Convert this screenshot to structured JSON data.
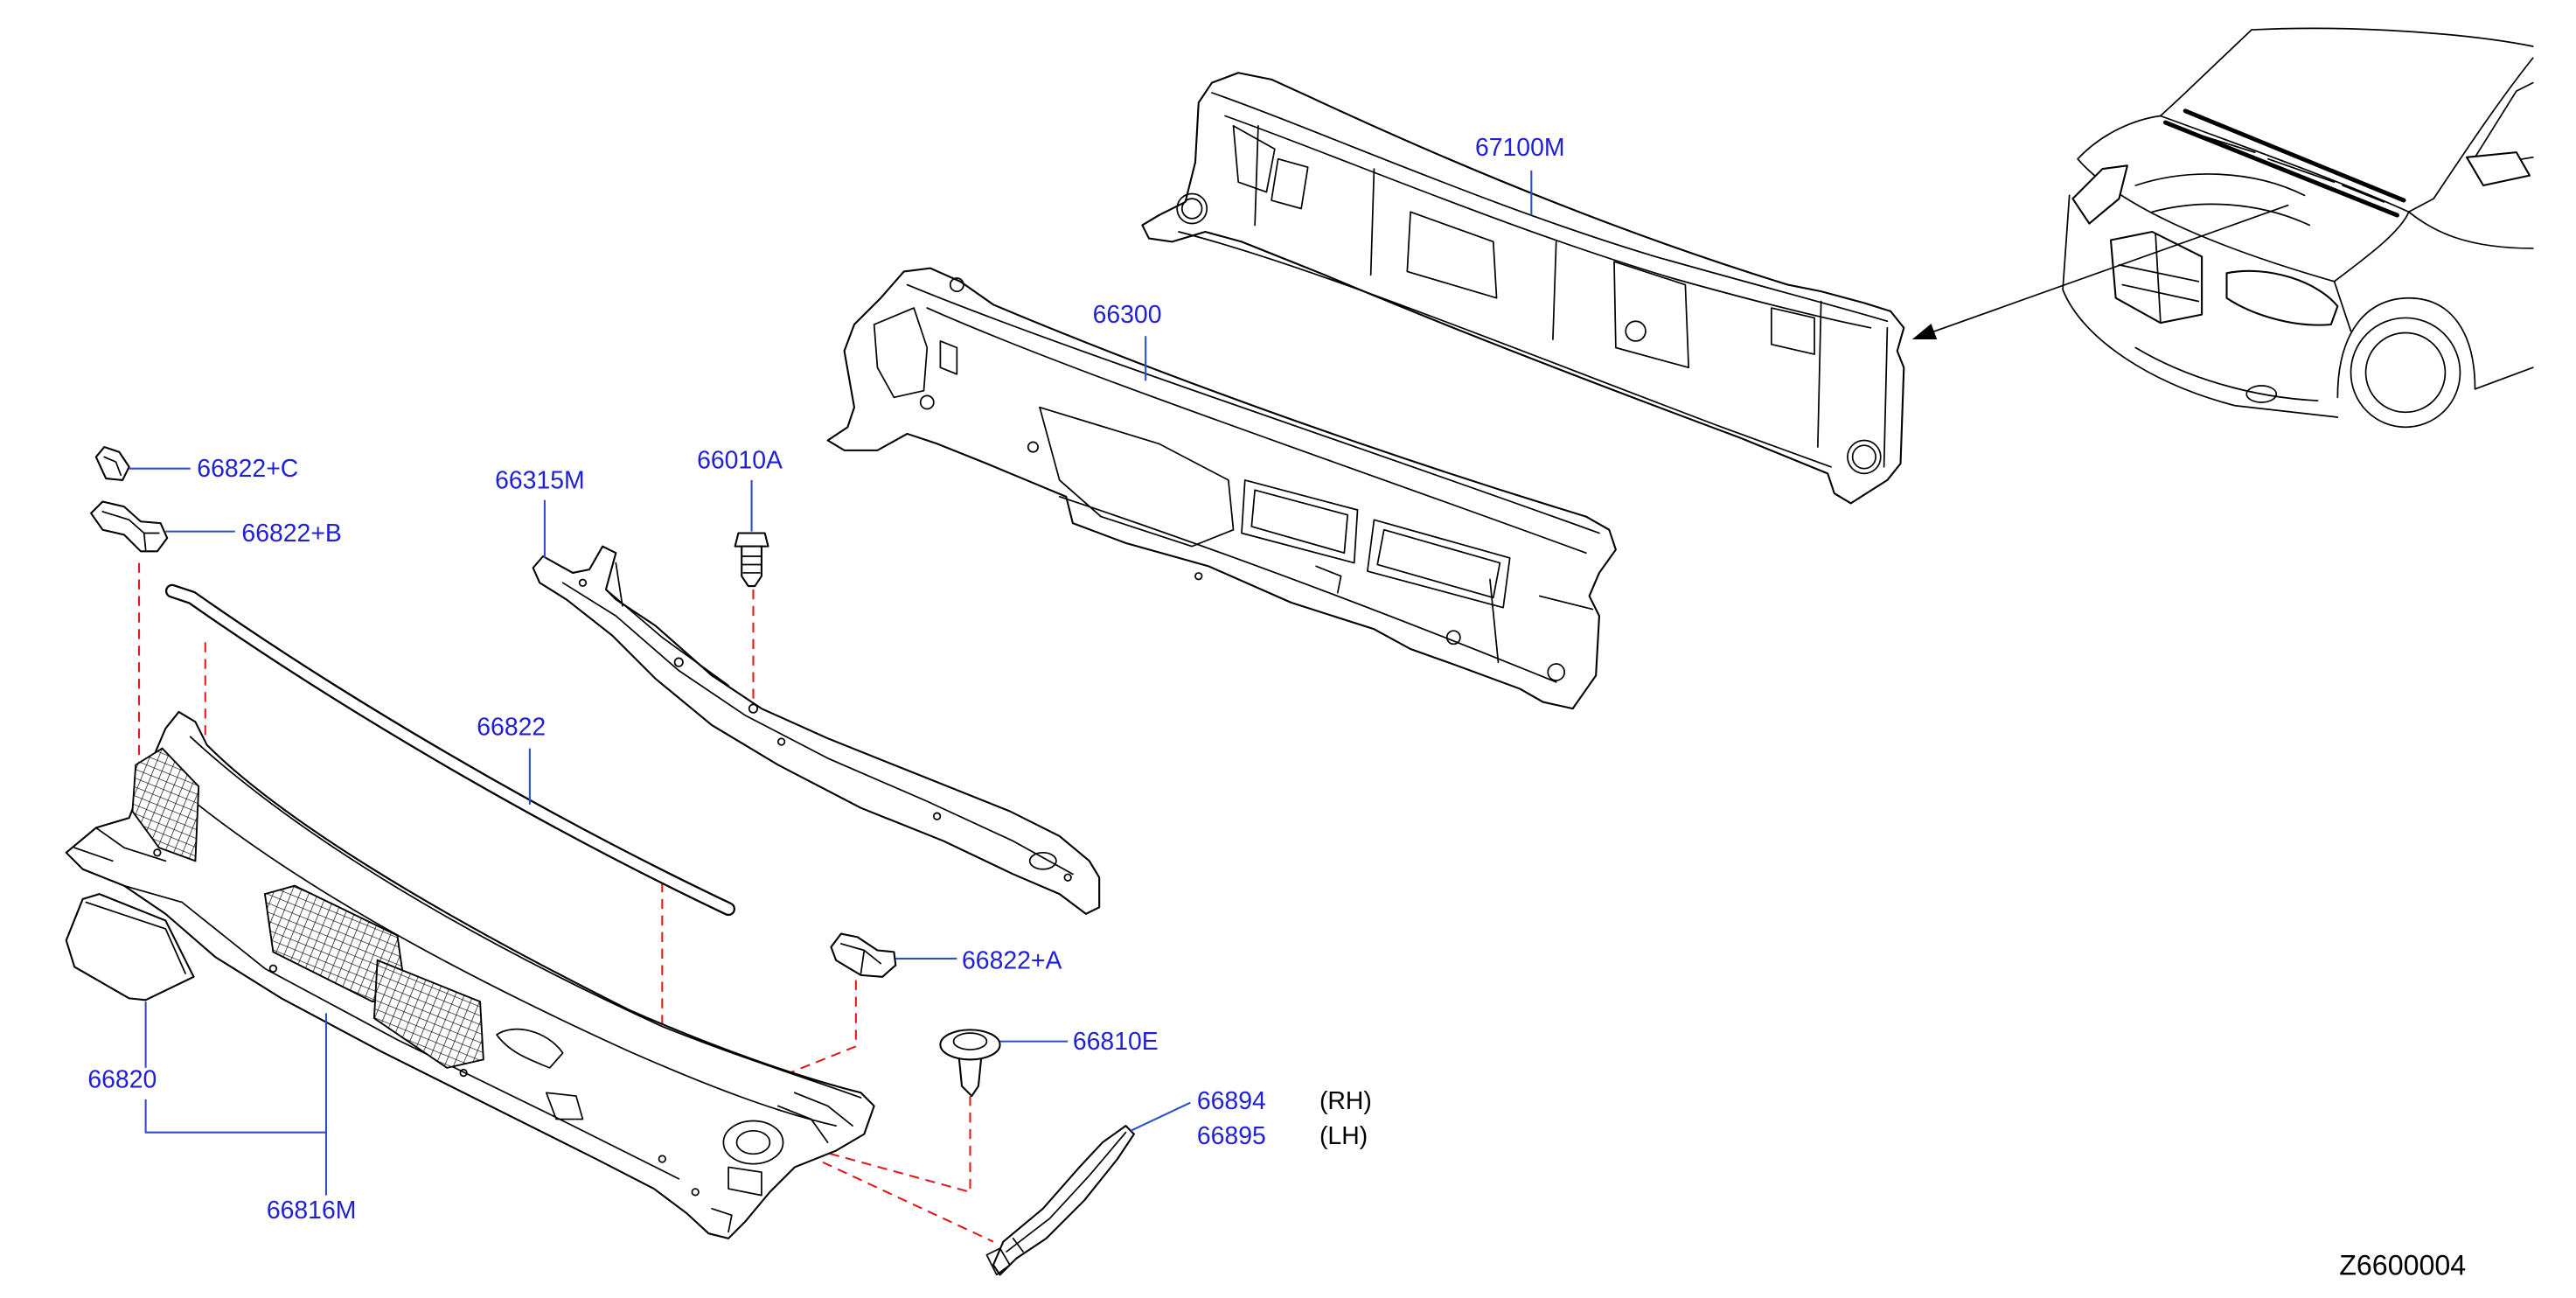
{
  "diagram_code": "Z6600004",
  "callouts": [
    {
      "label": "67100M"
    },
    {
      "label": "66300"
    },
    {
      "label": "66822+C"
    },
    {
      "label": "66822+B"
    },
    {
      "label": "66315M"
    },
    {
      "label": "66010A"
    },
    {
      "label": "66822"
    },
    {
      "label": "66822+A"
    },
    {
      "label": "66810E"
    },
    {
      "label": "66894",
      "side": "(RH)"
    },
    {
      "label": "66895",
      "side": "(LH)"
    },
    {
      "label": "66820"
    },
    {
      "label": "66816M"
    }
  ],
  "colors": {
    "callout_text": "#1f1fd6",
    "leader_line": "#2b4fc7",
    "line_art": "#000000",
    "construction_line": "#e01b1b",
    "background": "#ffffff"
  }
}
